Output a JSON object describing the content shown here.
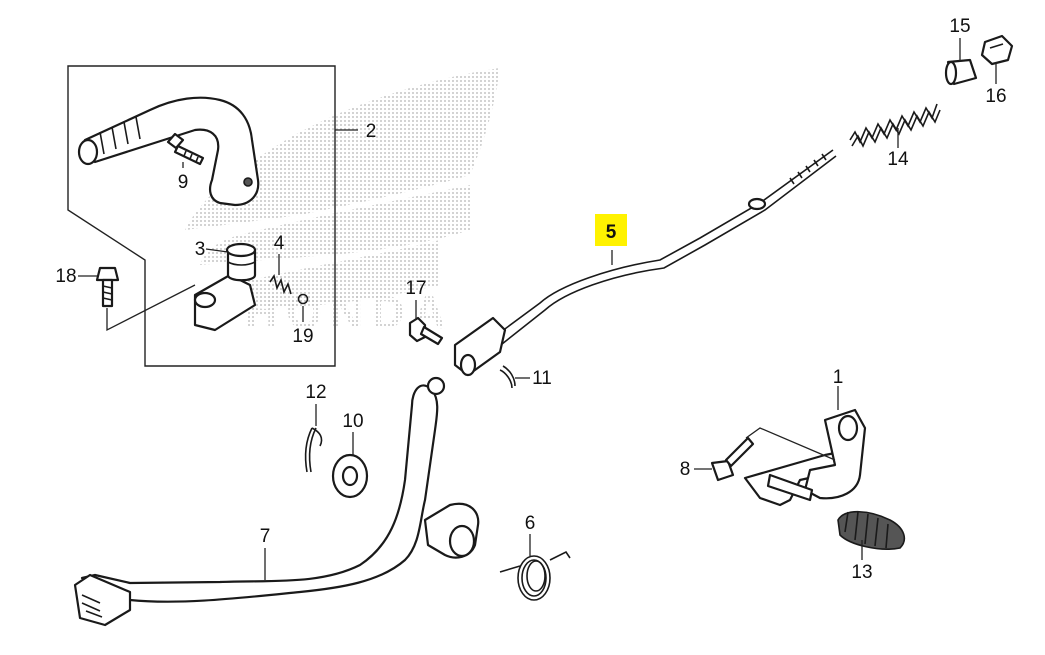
{
  "diagram": {
    "highlight_color": "#fff200",
    "line_color": "#1a1a1a",
    "watermark_text": "HONDA",
    "callouts": [
      {
        "id": "c1",
        "label": "1"
      },
      {
        "id": "c2",
        "label": "2"
      },
      {
        "id": "c3",
        "label": "3"
      },
      {
        "id": "c4",
        "label": "4"
      },
      {
        "id": "c5",
        "label": "5",
        "highlighted": true
      },
      {
        "id": "c6",
        "label": "6"
      },
      {
        "id": "c7",
        "label": "7"
      },
      {
        "id": "c8",
        "label": "8"
      },
      {
        "id": "c9",
        "label": "9"
      },
      {
        "id": "c10",
        "label": "10"
      },
      {
        "id": "c11",
        "label": "11"
      },
      {
        "id": "c12",
        "label": "12"
      },
      {
        "id": "c13",
        "label": "13"
      },
      {
        "id": "c14",
        "label": "14"
      },
      {
        "id": "c15",
        "label": "15"
      },
      {
        "id": "c16",
        "label": "16"
      },
      {
        "id": "c17",
        "label": "17"
      },
      {
        "id": "c18",
        "label": "18"
      },
      {
        "id": "c19",
        "label": "19"
      }
    ]
  }
}
